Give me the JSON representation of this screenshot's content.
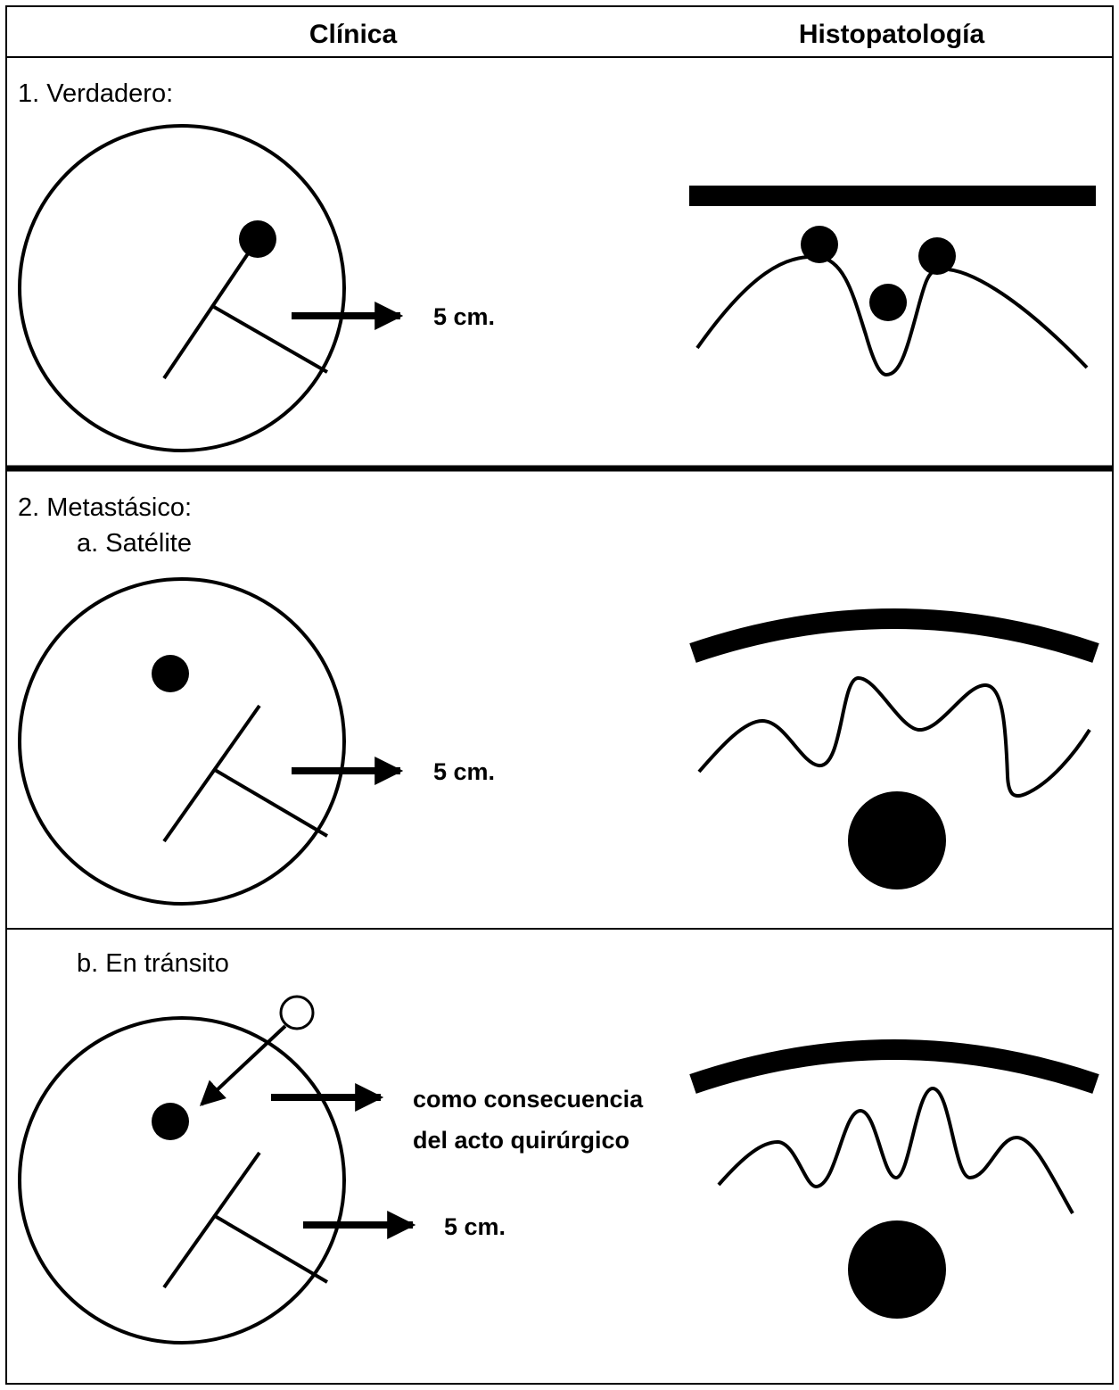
{
  "header": {
    "col_clinica": "Clínica",
    "col_histopatologia": "Histopatología"
  },
  "rows": {
    "verdadero": {
      "label": "1. Verdadero:",
      "distance": "5 cm."
    },
    "metastasico": {
      "label": "2. Metastásico:"
    },
    "satelite": {
      "label": "a. Satélite",
      "distance": "5 cm."
    },
    "transito": {
      "label": "b. En tránsito",
      "note_line1": "como consecuencia",
      "note_line2": "del acto quirúrgico",
      "distance": "5 cm."
    }
  }
}
